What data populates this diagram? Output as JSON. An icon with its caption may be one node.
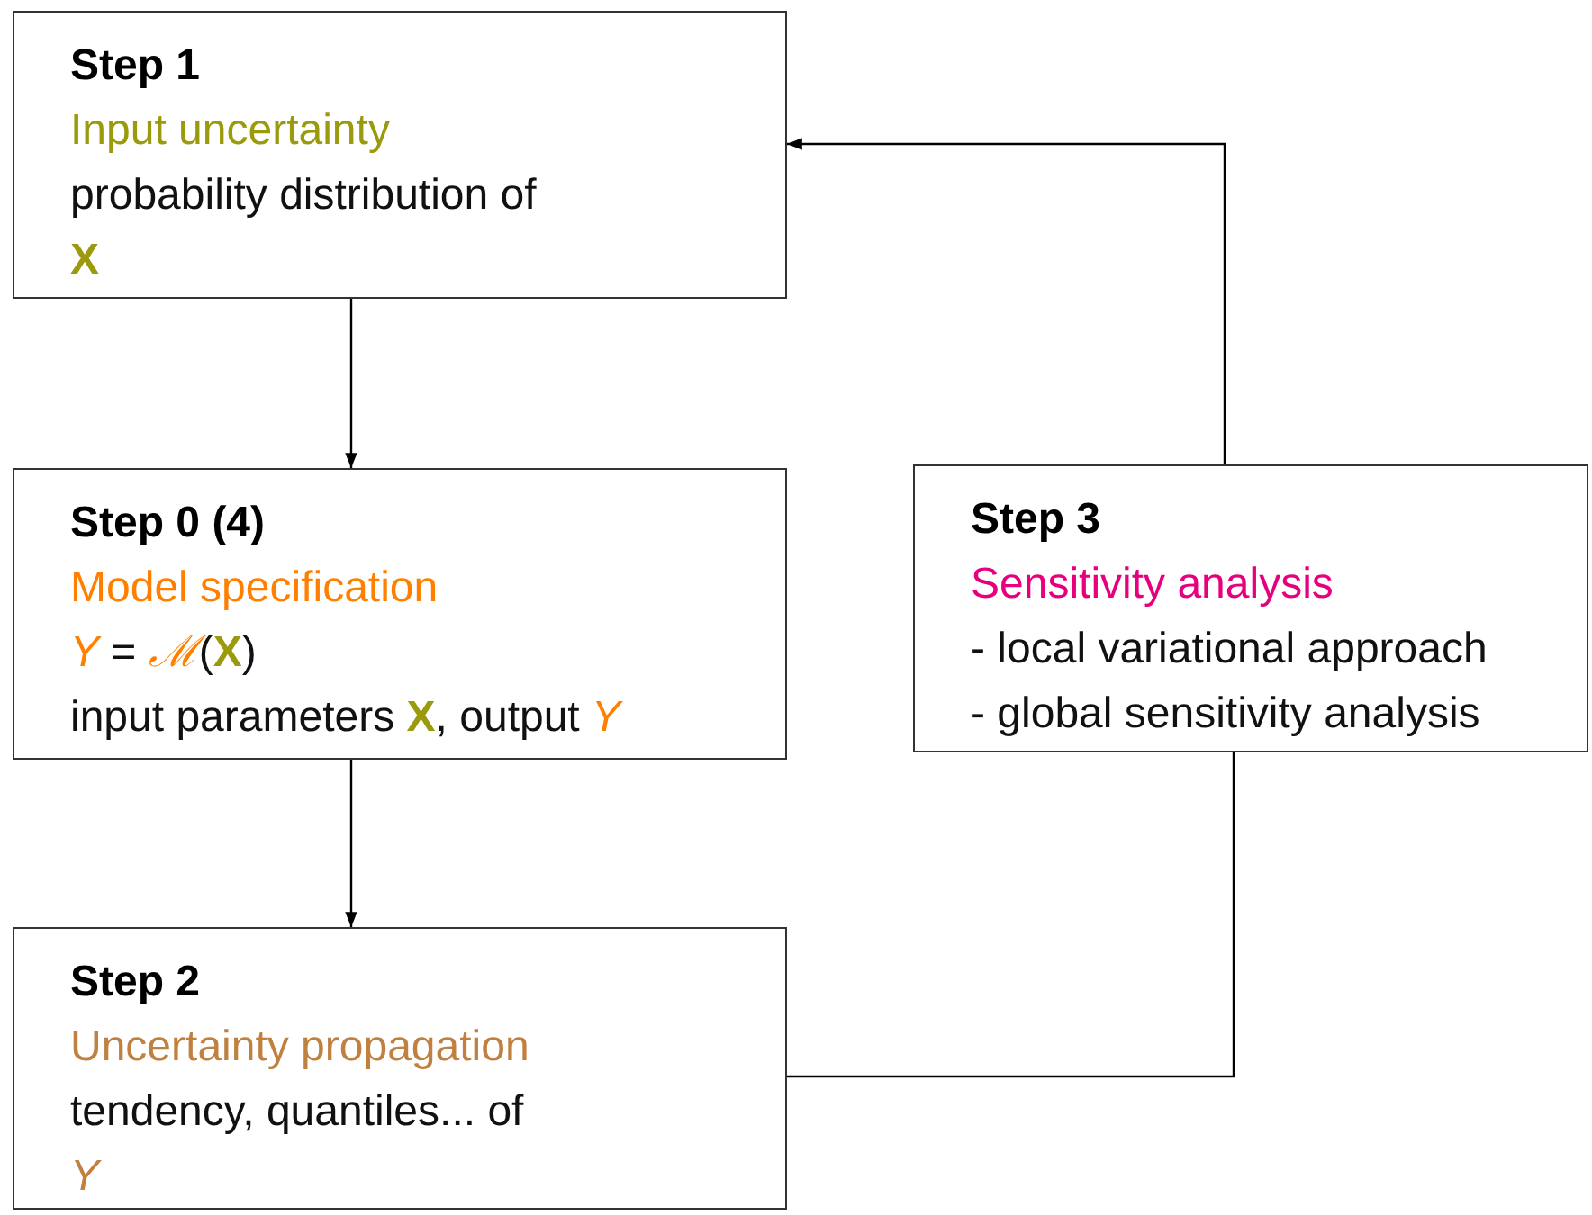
{
  "diagram": {
    "nodes": [
      {
        "text": [
          "Step 1",
          "Input uncertainty",
          "probability distribution of **X**"
        ]
      },
      {
        "text": [
          "Step 0 (4)",
          "Model specification",
          "*Y* = *ℳ*(**X**)",
          "input parameters **X**, output *Y*"
        ]
      },
      {
        "text": [
          "Step 2",
          "Uncertainty propagation",
          "tendency, quantiles... of *Y*"
        ]
      },
      {
        "text": [
          "Step 3",
          "Sensitivity analysis",
          "- local variational approach",
          "- global sensitivity analysis"
        ]
      }
    ],
    "edges": [
      {
        "from": 0,
        "to": 1,
        "arrow": "to"
      },
      {
        "from": 1,
        "to": 2,
        "arrow": "to"
      },
      {
        "from": 2,
        "to": 3,
        "arrow": "none"
      },
      {
        "from": 3,
        "to": 0,
        "arrow": "to"
      }
    ]
  }
}
